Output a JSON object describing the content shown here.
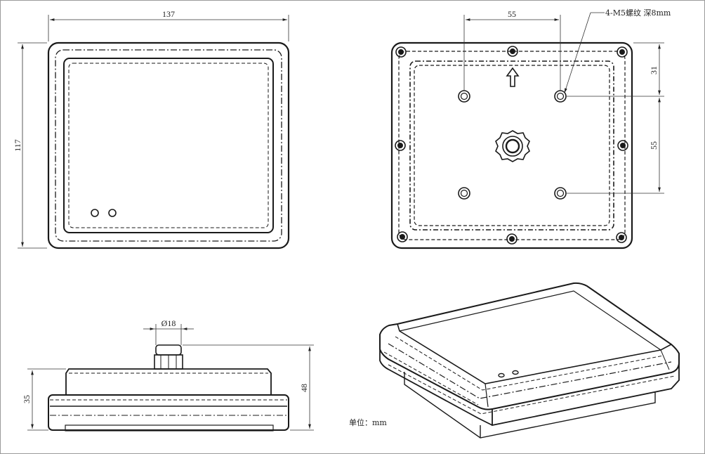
{
  "front_view": {
    "width_label": "137",
    "height_label": "117"
  },
  "back_view": {
    "hole_spacing_label": "55",
    "hole_note": "4-M5螺纹 深8mm",
    "top_offset_label": "31",
    "vertical_spacing_label": "55"
  },
  "side_view": {
    "gland_diameter_label": "Ø18",
    "body_height_label": "35",
    "total_height_label": "48"
  },
  "unit_note": "单位：mm",
  "colors": {
    "line": "#1a1a1a",
    "dim_line": "#333333",
    "background": "#ffffff"
  }
}
